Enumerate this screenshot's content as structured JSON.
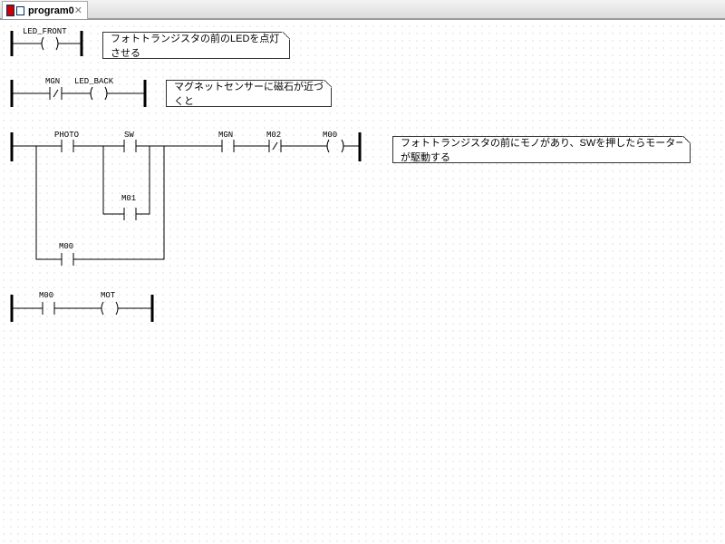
{
  "tab": {
    "title": "program0",
    "close": "✕"
  },
  "rungs": {
    "r1": {
      "coil": "LED_FRONT",
      "comment": "フォトトランジスタの前のLEDを点灯させる"
    },
    "r2": {
      "contact": "MGN",
      "coil": "LED_BACK",
      "comment": "マグネットセンサーに磁石が近づくと"
    },
    "r3": {
      "photo": "PHOTO",
      "sw": "SW",
      "m01": "M01",
      "m00b": "M00",
      "mgn": "MGN",
      "m02": "M02",
      "coil": "M00",
      "comment": "フォトトランジスタの前にモノがあり、SWを押したらモーターが駆動する"
    },
    "r4": {
      "contact": "M00",
      "coil": "MOT"
    }
  },
  "symbols": {
    "nc": "/",
    "coil_open": "(",
    "coil_close": ")"
  }
}
